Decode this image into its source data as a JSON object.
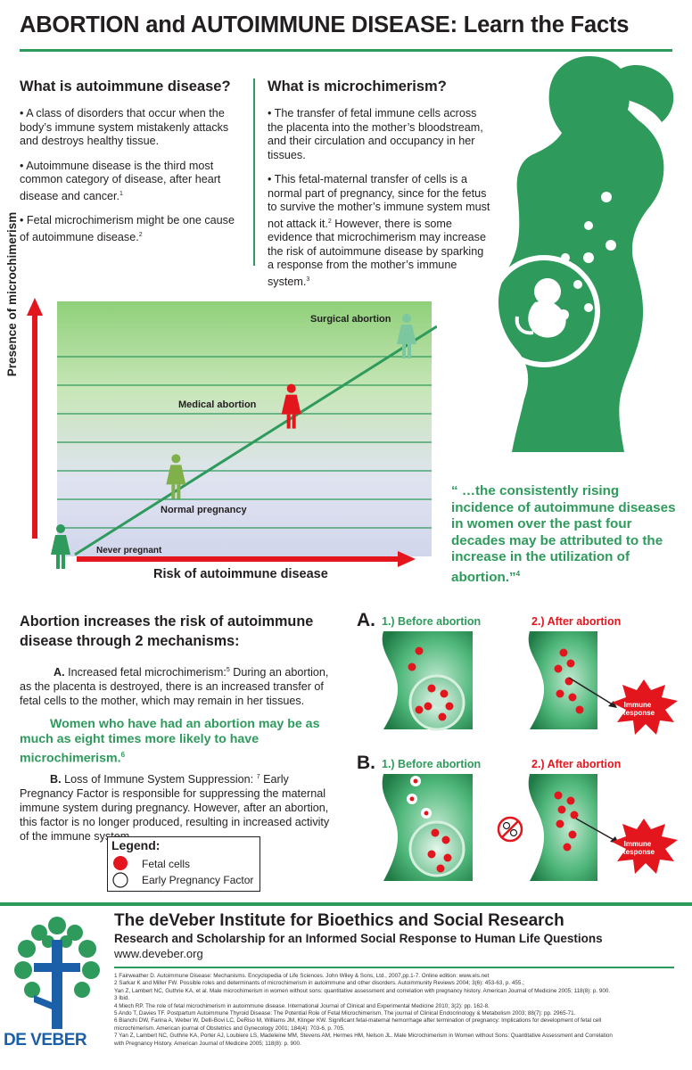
{
  "title": "ABORTION and AUTOIMMUNE DISEASE: Learn the Facts",
  "section_autoimmune": {
    "heading": "What is autoimmune disease?",
    "bullets": [
      "• A class of disorders that occur when the body’s immune system mistakenly attacks and destroys healthy tissue.",
      "• Autoimmune disease is the third most common category of disease, after heart disease and cancer.",
      "• Fetal microchimerism might be one cause of autoimmune disease."
    ],
    "bullet_refs": [
      "",
      "1",
      "2"
    ]
  },
  "section_micro": {
    "heading": "What is microchimerism?",
    "bullet1": "• The transfer of fetal immune cells across the placenta into the mother’s bloodstream, and their circulation and occupancy in her tissues.",
    "bullet2_a": "• This fetal-maternal transfer of cells is a normal part of pregnancy, since for the fetus to survive the mother’s immune system must not attack it.",
    "bullet2_ref_a": "2",
    "bullet2_b": " However, there is some evidence that microchimerism may increase the risk of autoimmune disease by sparking a response from the mother’s immune system.",
    "bullet2_ref_b": "3"
  },
  "chart": {
    "y_axis_label": "Presence of microchimerism",
    "x_axis_label": "Risk of autoimmune disease",
    "labels": {
      "never": "Never pregnant",
      "normal": "Normal pregnancy",
      "medical": "Medical abortion",
      "surgical": "Surgical abortion"
    }
  },
  "chart_data": {
    "type": "line",
    "title": "",
    "xlabel": "Risk of autoimmune disease",
    "ylabel": "Presence of microchimerism",
    "categories": [
      "Never pregnant",
      "Normal pregnancy",
      "Medical abortion",
      "Surgical abortion"
    ],
    "values": [
      1,
      2,
      3,
      4
    ],
    "grid": true
  },
  "quote": {
    "text": "“ …the consistently rising incidence of autoimmune diseases in women over the past four decades may be attributed to the increase in the utilization of abortion.”",
    "ref": "4"
  },
  "mechanisms": {
    "heading": "Abortion increases the risk of autoimmune disease through 2 mechanisms:",
    "a_label": "A.",
    "a_text_1": " Increased fetal microchimerism:",
    "a_ref": "5",
    "a_text_2": " During an abortion, as the placenta is destroyed, there is an increased transfer of fetal cells to the mother, which may remain in her tissues.",
    "highlight": "Women who have had an abortion may be as much as eight times more likely to have microchimerism.",
    "highlight_ref": "6",
    "b_label": "B.",
    "b_text_1": " Loss of Immune System Suppression: ",
    "b_ref": "7",
    "b_text_2": " Early Pregnancy Factor is responsible for suppressing the maternal immune system during pregnancy. However, after an abortion, this factor is no longer produced, resulting in increased activity of the immune system."
  },
  "legend": {
    "title": "Legend:",
    "items": [
      "Fetal cells",
      "Early Pregnancy Factor"
    ]
  },
  "panels": {
    "a_letter": "A.",
    "b_letter": "B.",
    "before": "1.) Before abortion",
    "after": "2.) After abortion",
    "immune": "Immune Response"
  },
  "footer": {
    "org": "The deVeber Institute for Bioethics and Social Research",
    "tagline": "Research and Scholarship for an Informed Social Response to Human Life Questions",
    "url": "www.deveber.org",
    "logo_text": "DE VEBER"
  },
  "references": [
    "1 Fairweather D. Autoimmune Disease: Mechanisms. Encyclopedia of Life Sciences. John Wiley & Sons, Ltd., 2007,pp.1-7. Online edition: www.els.net",
    "2 Sarkar K and Miller FW. Possible roles and determinants of microchimerism in autoimmune and other disorders. Autoimmunity Reviews 2004; 3(6): 453-63, p. 455.;",
    "Yan Z, Lambert NC, Guthrie KA, et al. Male microchimerism in women without sons: quantitative assessment and correlation with pregnancy history. American Journal of Medicine 2005; 118(8): p. 900.",
    "3 Ibid.",
    "4 Miech RP. The role of fetal microchimerism in autoimmune disease. International Journal of Clinical and Experimental Medicine 2010; 3(2): pp. 162-8.",
    "5 Ando T, Davies TF. Postpartum Autoimmune Thyroid Disease: The Potential Role of Fetal Microchimerism. The journal of Clinical Endocrinology & Metabolism 2003; 88(7): pp. 2965-71.",
    "6 Bianchi DW, Farina A, Weber W, Delli-Bovi LC, DeRiso M, Williams JM, Klinger KW. Significant fetal-maternal hemorrhage after termination of pregnancy: Implications for development of fetal cell",
    "microchimerism. American journal of Obstetrics and Gynecology 2001; 184(4): 703-6, p. 705.",
    "7 Yan Z, Lambert NC, Guthrie KA, Porter AJ, Loubiere LS, Madeleine MM, Stevens AM, Hermes HM, Nelson JL. Male Microchimerism in Women without Sons: Quantitative Assessment and Correlation",
    "with Pregnancy History. American Journal of Medicine 2005; 118(8): p. 900."
  ],
  "colors": {
    "green": "#2e9a5c",
    "red": "#e3161d",
    "dark_green": "#1f7a45"
  }
}
